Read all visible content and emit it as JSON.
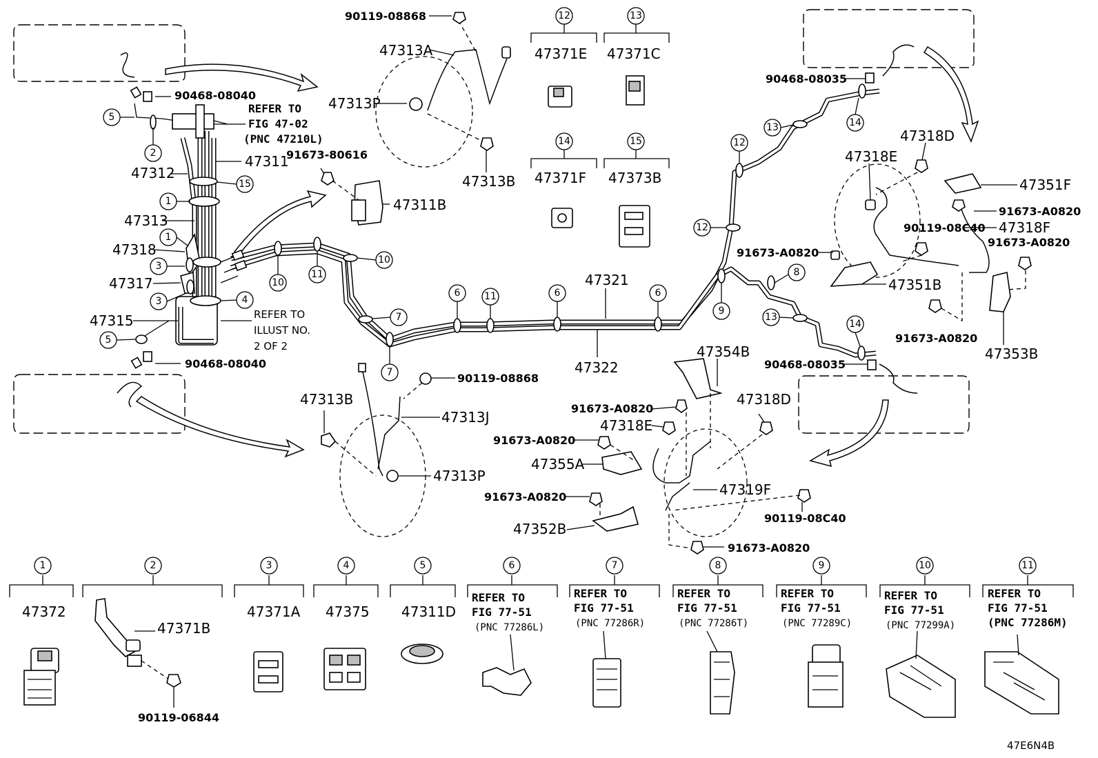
{
  "figure_code": "47E6N4B",
  "labels": {
    "p90119_08868_top": "90119-08868",
    "p47313A": "47313A",
    "p47313P_top": "47313P",
    "p47313B_top": "47313B",
    "p47371E": "47371E",
    "p47371C": "47371C",
    "p47371F": "47371F",
    "p47373B": "47373B",
    "p90468_08040_top": "90468-08040",
    "refer_fig_47_line1": "REFER TO",
    "refer_fig_47_line2": "FIG 47-02",
    "refer_fig_47_line3": "(PNC 47210L)",
    "p47311": "47311",
    "p47312": "47312",
    "p91673_80616": "91673-80616",
    "p47311B": "47311B",
    "p47313": "47313",
    "p47318": "47318",
    "p47317": "47317",
    "p47315": "47315",
    "refer_illust_line1": "REFER TO",
    "refer_illust_line2": "ILLUST NO.",
    "refer_illust_line3": "2 OF 2",
    "p90468_08040_bottom": "90468-08040",
    "p47321": "47321",
    "p47322": "47322",
    "p90468_08035_top": "90468-08035",
    "p47318D_right": "47318D",
    "p47318E_right": "47318E",
    "p47351F": "47351F",
    "p91673_A0820_r1": "91673-A0820",
    "p90119_08C40_right": "90119-08C40",
    "p47318F": "47318F",
    "p91673_A0820_r2": "91673-A0820",
    "p91673_A0820_r3": "91673-A0820",
    "p47351B": "47351B",
    "p91673_A0820_r4": "91673-A0820",
    "p47353B": "47353B",
    "p90468_08035_bottom": "90468-08035",
    "p90119_08868_bottom": "90119-08868",
    "p47313B_bottom": "47313B",
    "p47313J": "47313J",
    "p47313P_bottom": "47313P",
    "p47354B": "47354B",
    "p91673_A0820_c1": "91673-A0820",
    "p47318E_center": "47318E",
    "p47318D_center": "47318D",
    "p91673_A0820_c2": "91673-A0820",
    "p47355A": "47355A",
    "p47319F": "47319F",
    "p91673_A0820_c3": "91673-A0820",
    "p90119_08C40_center": "90119-08C40",
    "p47352B": "47352B",
    "p91673_A0820_c4": "91673-A0820"
  },
  "callouts": {
    "c1": "1",
    "c2": "2",
    "c3": "3",
    "c4": "4",
    "c5": "5",
    "c6": "6",
    "c7": "7",
    "c8": "8",
    "c9": "9",
    "c10": "10",
    "c11": "11",
    "c12": "12",
    "c13": "13",
    "c14": "14",
    "c15": "15"
  },
  "legend": [
    {
      "num": "1",
      "part": "47372"
    },
    {
      "num": "2",
      "part": "47371B",
      "sub": "90119-06844"
    },
    {
      "num": "3",
      "part": "47371A"
    },
    {
      "num": "4",
      "part": "47375"
    },
    {
      "num": "5",
      "part": "47311D"
    },
    {
      "num": "6",
      "ref1": "REFER TO",
      "ref2": "FIG 77-51",
      "ref3": "(PNC 77286L)"
    },
    {
      "num": "7",
      "ref1": "REFER TO",
      "ref2": "FIG 77-51",
      "ref3": "(PNC 77286R)"
    },
    {
      "num": "8",
      "ref1": "REFER TO",
      "ref2": "FIG 77-51",
      "ref3": "(PNC 77286T)"
    },
    {
      "num": "9",
      "ref1": "REFER TO",
      "ref2": "FIG 77-51",
      "ref3": "(PNC 77289C)"
    },
    {
      "num": "10",
      "ref1": "REFER TO",
      "ref2": "FIG 77-51",
      "ref3": "(PNC 77299A)"
    },
    {
      "num": "11",
      "ref1": "REFER TO",
      "ref2": "FIG 77-51",
      "ref3": "(PNC 77286M)"
    }
  ]
}
